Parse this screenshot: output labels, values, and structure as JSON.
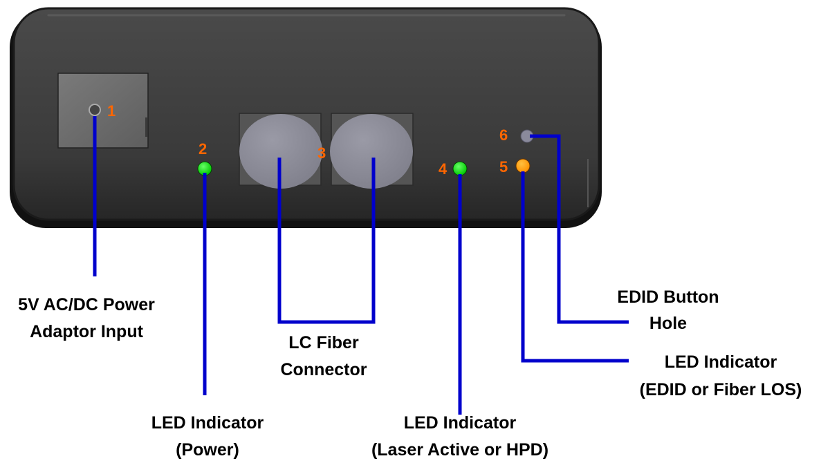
{
  "colors": {
    "panel": "#3c3c3c",
    "panel_edge": "#1a1a1a",
    "leader_line": "#0000cc",
    "callout_number": "#ff6600",
    "led_green": "#00dd00",
    "led_orange": "#ff9900",
    "port_gray": "#8a8a96"
  },
  "callouts": {
    "c1": {
      "number": "1",
      "part": "power-jack"
    },
    "c2": {
      "number": "2",
      "part": "power-led"
    },
    "c3": {
      "number": "3",
      "part": "lc-fiber-ports"
    },
    "c4": {
      "number": "4",
      "part": "laser-led"
    },
    "c5": {
      "number": "5",
      "part": "edid-los-led"
    },
    "c6": {
      "number": "6",
      "part": "edid-button-hole"
    }
  },
  "labels": {
    "power_input": {
      "line1": "5V AC/DC Power",
      "line2": "Adaptor Input"
    },
    "lc_fiber": {
      "line1": "LC Fiber",
      "line2": "Connector"
    },
    "led_power": {
      "line1": "LED Indicator",
      "line2": "(Power)"
    },
    "led_laser": {
      "line1": "LED Indicator",
      "line2": "(Laser Active or HPD)"
    },
    "edid_button": {
      "line1": "EDID Button",
      "line2": "Hole"
    },
    "led_edid": {
      "line1": "LED Indicator",
      "line2": "(EDID or Fiber LOS)"
    }
  }
}
